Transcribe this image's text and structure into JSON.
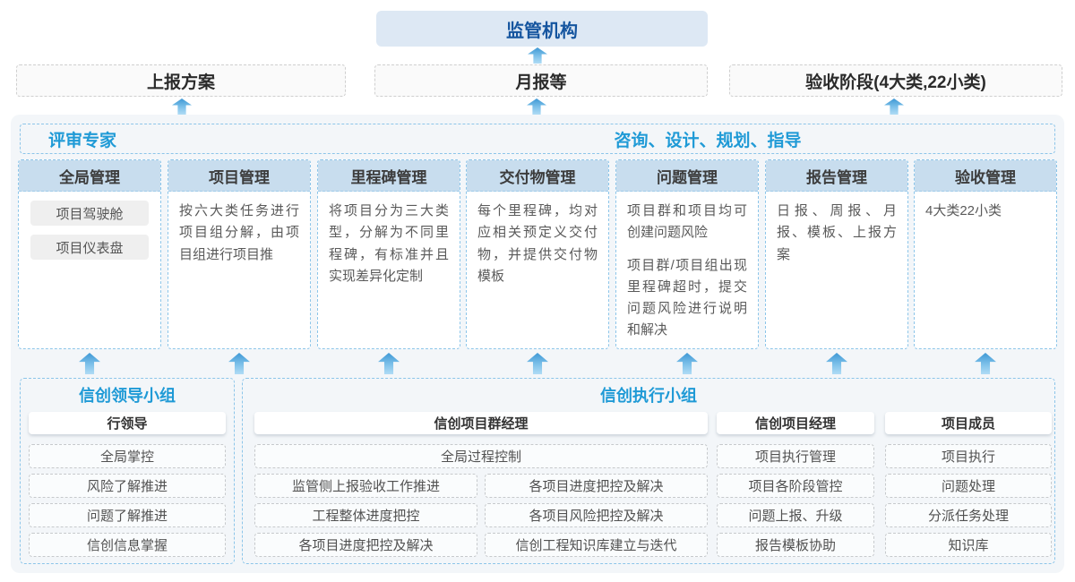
{
  "colors": {
    "accent_blue": "#1f9ad6",
    "dark_blue": "#15559f",
    "regulator_bg": "#dde8f4",
    "panel_bg": "#f3f6f9",
    "column_header_bg": "#c8ddee",
    "dashed_blue": "#8cc5e9",
    "arrow_blue": "#3e98d5"
  },
  "top": {
    "regulator": "监管机构"
  },
  "report_row": {
    "plan": "上报方案",
    "monthly": "月报等",
    "acceptance": "验收阶段(4大类,22小类)"
  },
  "main": {
    "left_header": "评审专家",
    "right_header": "咨询、设计、规划、指导",
    "columns": [
      {
        "title": "全局管理",
        "buttons": [
          "项目驾驶舱",
          "项目仪表盘"
        ]
      },
      {
        "title": "项目管理",
        "paragraphs": [
          "按六大类任务进行项目组分解，由项目组进行项目推"
        ]
      },
      {
        "title": "里程碑管理",
        "paragraphs": [
          "将项目分为三大类型，分解为不同里程碑，有标准并且实现差异化定制"
        ]
      },
      {
        "title": "交付物管理",
        "paragraphs": [
          "每个里程碑，均对应相关预定义交付物，并提供交付物模板"
        ]
      },
      {
        "title": "问题管理",
        "paragraphs": [
          "项目群和项目均可创建问题风险",
          "项目群/项目组出现里程碑超时，提交问题风险进行说明和解决"
        ]
      },
      {
        "title": "报告管理",
        "paragraphs": [
          "日报、周报、月报、模板、上报方案"
        ]
      },
      {
        "title": "验收管理",
        "paragraphs": [
          "4大类22小类"
        ]
      }
    ]
  },
  "bottom": {
    "leader_group": {
      "title": "信创领导小组",
      "role": "行领导",
      "items": [
        "全局掌控",
        "风险了解推进",
        "问题了解推进",
        "信创信息掌握"
      ]
    },
    "exec_group": {
      "title": "信创执行小组",
      "pm_group": {
        "role": "信创项目群经理",
        "full_item": "全局过程控制",
        "left_items": [
          "监管侧上报验收工作推进",
          "工程整体进度把控",
          "各项目进度把控及解决"
        ],
        "right_items": [
          "各项目进度把控及解决",
          "各项目风险把控及解决",
          "信创工程知识库建立与迭代"
        ]
      },
      "project_manager": {
        "role": "信创项目经理",
        "items": [
          "项目执行管理",
          "项目各阶段管控",
          "问题上报、升级",
          "报告模板协助"
        ]
      },
      "member": {
        "role": "项目成员",
        "items": [
          "项目执行",
          "问题处理",
          "分派任务处理",
          "知识库"
        ]
      }
    }
  }
}
